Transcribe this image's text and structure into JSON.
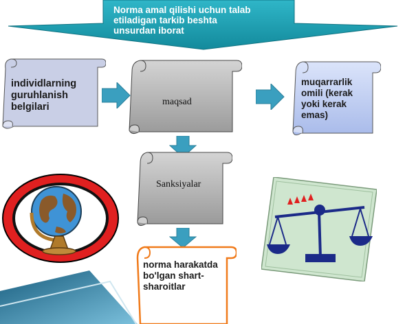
{
  "header": {
    "text": "Norma amal qilishi uchun talab\netiladigan  tarkib beshta\nunsurdan iborat"
  },
  "nodes": {
    "left": "individlarning guruhlanish belgilari",
    "center": "maqsad",
    "right": "muqarrarlik omili (kerak yoki kerak emas)",
    "middle": "Sanksiyalar",
    "bottom": "norma harakatda bo'lgan shart-sharoitlar"
  },
  "colors": {
    "header_fill": "#1c9fb3",
    "arrow_fill": "#3a9fbf",
    "left_scroll": "#c9cfe6",
    "gray_scroll": "#b8b8b8",
    "blue_scroll": "#bfcdf0",
    "orange_border": "#f07a1a",
    "globe_ring": "#d91d1d"
  },
  "icons": [
    "globe-clipart",
    "scales-of-justice-clipart"
  ]
}
